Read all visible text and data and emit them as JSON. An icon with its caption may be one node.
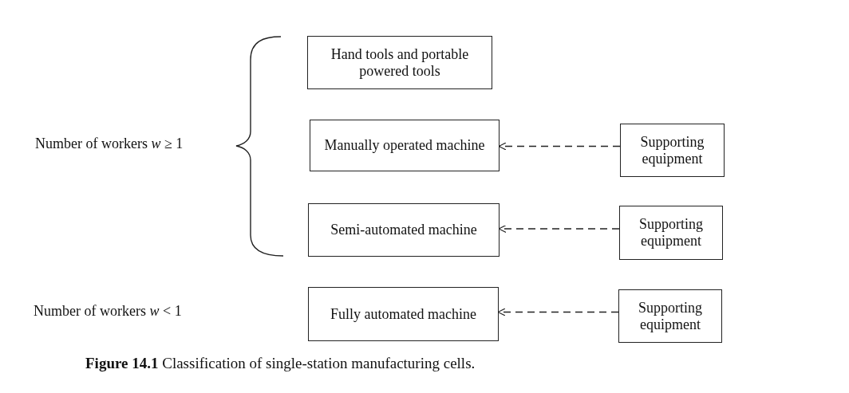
{
  "diagram": {
    "caption": "**Figure 14.1** Classification of single-station manufacturing cells.",
    "nodes": [
      {
        "text": [
          "Hand tools and portable powered tools"
        ]
      },
      {
        "text": [
          "Manually operated machine"
        ]
      },
      {
        "text": [
          "Supporting equipment"
        ]
      },
      {
        "text": [
          "Semi-automated machine"
        ]
      },
      {
        "text": [
          "Supporting equipment"
        ]
      },
      {
        "text": [
          "Fully automated machine"
        ]
      },
      {
        "text": [
          "Supporting equipment"
        ]
      }
    ],
    "edges": [
      {
        "from": 2,
        "to": 1,
        "arrow": "to",
        "style": "dashed"
      },
      {
        "from": 4,
        "to": 3,
        "arrow": "to",
        "style": "dashed"
      },
      {
        "from": 6,
        "to": 5,
        "arrow": "to",
        "style": "dashed"
      }
    ],
    "labels": [
      "Number of workers *w* ≥ 1",
      "Number of workers *w* < 1"
    ]
  }
}
